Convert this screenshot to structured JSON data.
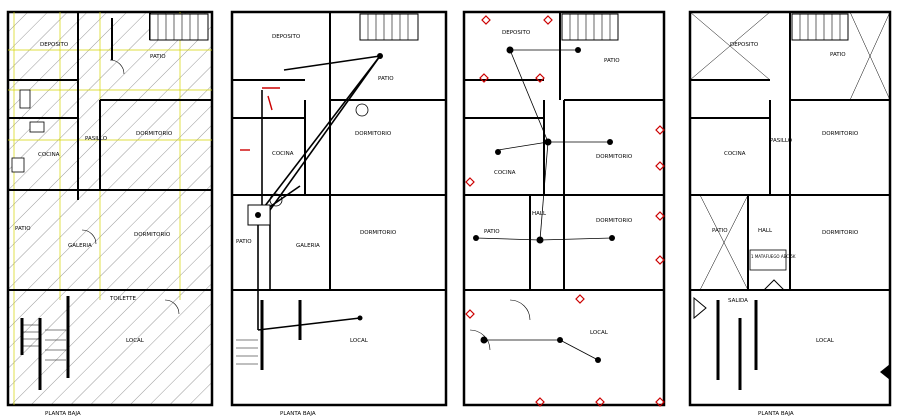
{
  "plans": [
    {
      "id": "p1",
      "rooms": {
        "deposito": "DEPOSITO",
        "patio_top": "PATIO",
        "dormitorio": "DORMITORIO",
        "pasillo": "PASILLO",
        "cocina": "COCINA",
        "galeria": "GALERIA",
        "patio_mid": "PATIO",
        "dormitorio2": "DORMITORIO",
        "toilette": "TOILETTE",
        "local": "LOCAL"
      },
      "footer": "PLANTA BAJA"
    },
    {
      "id": "p2",
      "rooms": {
        "deposito": "DEPOSITO",
        "patio_top": "PATIO",
        "dormitorio": "DORMITORIO",
        "cocina": "COCINA",
        "galeria": "GALERIA",
        "patio_mid": "PATIO",
        "dormitorio2": "DORMITORIO",
        "local": "LOCAL"
      },
      "footer": "PLANTA BAJA"
    },
    {
      "id": "p3",
      "rooms": {
        "deposito": "DEPOSITO",
        "patio_top": "PATIO",
        "dormitorio": "DORMITORIO",
        "cocina": "COCINA",
        "hall": "HALL",
        "patio_mid": "PATIO",
        "dormitorio2": "DORMITORIO",
        "local": "LOCAL"
      }
    },
    {
      "id": "p4",
      "rooms": {
        "deposito": "DEPOSITO",
        "patio_top": "PATIO",
        "dormitorio": "DORMITORIO",
        "pasillo": "PASILLO",
        "cocina": "COCINA",
        "hall": "HALL",
        "patio_mid": "PATIO",
        "dormitorio2": "DORMITORIO",
        "local": "LOCAL",
        "extinguisher": "1 MATAFUEGO ABC 5K",
        "salida": "SALIDA"
      },
      "footer": "PLANTA BAJA"
    }
  ],
  "colors": {
    "wall": "#000000",
    "hatch": "#d4d400",
    "electric": "#cc0000",
    "line": "#000000"
  }
}
